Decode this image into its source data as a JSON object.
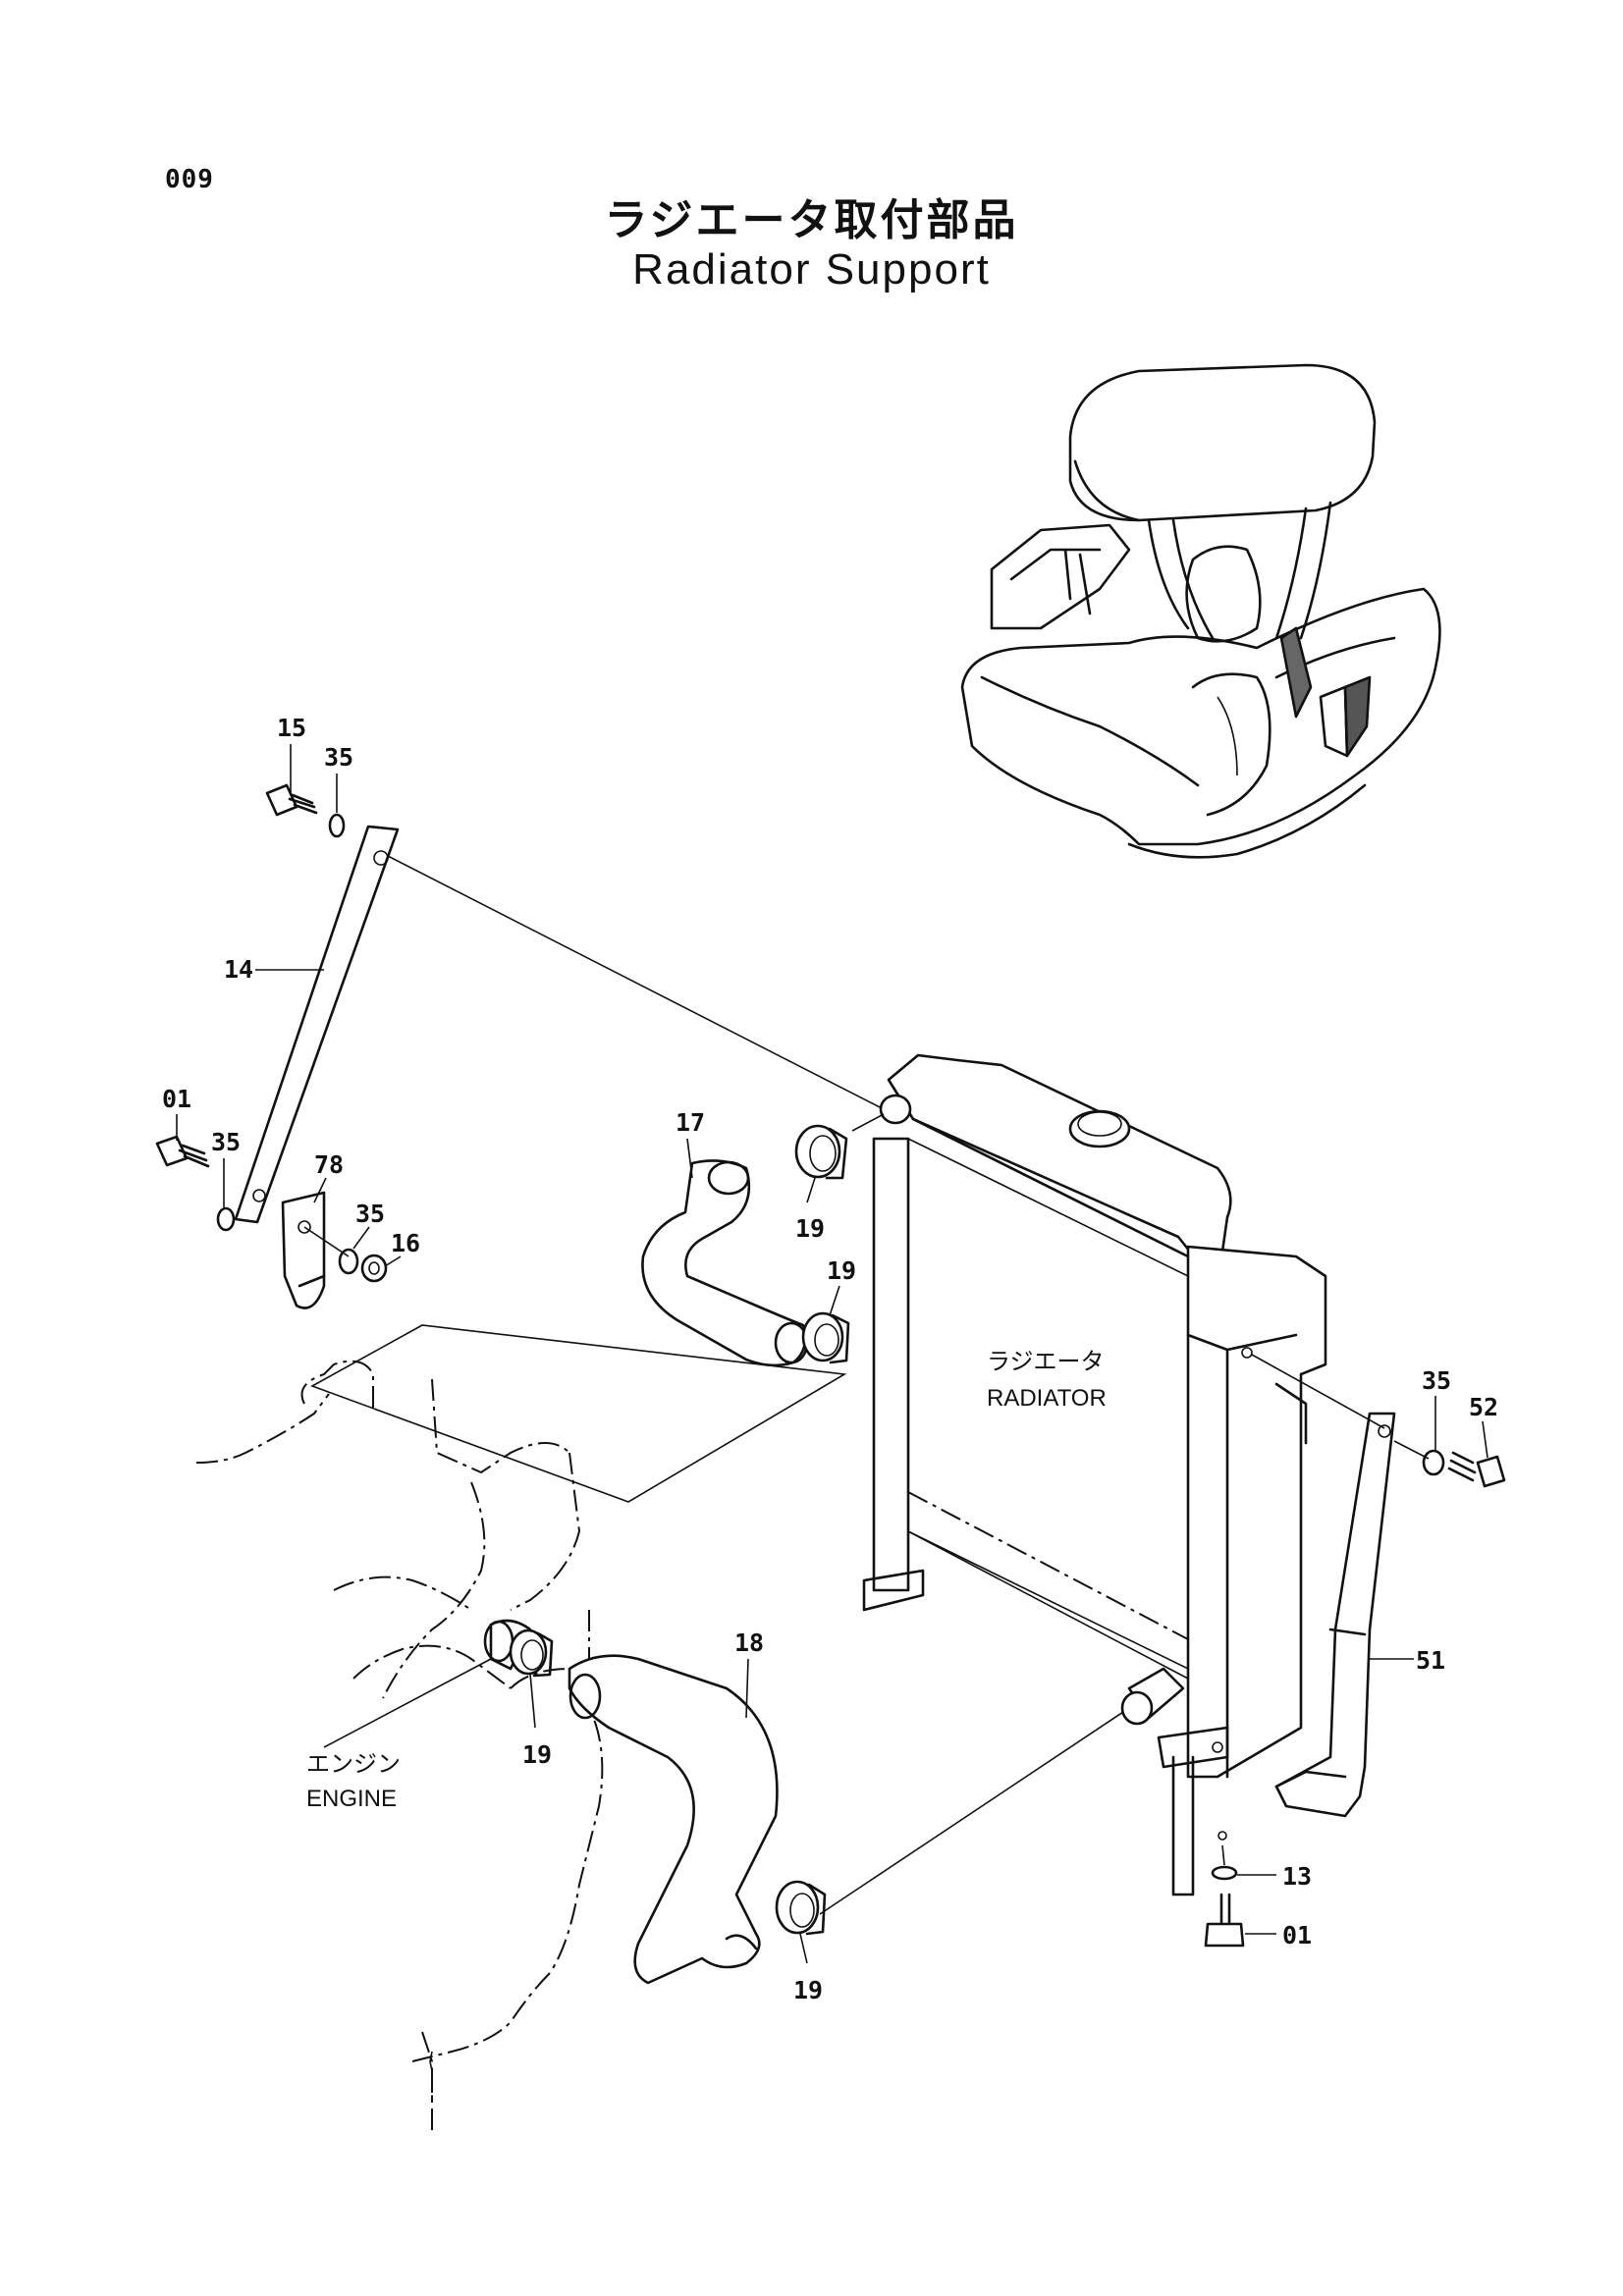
{
  "page": {
    "number": "009"
  },
  "title": {
    "jp": "ラジエータ取付部品",
    "en": "Radiator Support"
  },
  "labels": {
    "radiator_jp": "ラジエータ",
    "radiator_en": "RADIATOR",
    "engine_jp": "エンジン",
    "engine_en": "ENGINE"
  },
  "callouts": {
    "c15": "15",
    "c35a": "35",
    "c14": "14",
    "c01a": "01",
    "c35b": "35",
    "c78": "78",
    "c35c": "35",
    "c16": "16",
    "c17": "17",
    "c19a": "19",
    "c19b": "19",
    "c35d": "35",
    "c52": "52",
    "c18": "18",
    "c51": "51",
    "c19c": "19",
    "c13": "13",
    "c01b": "01",
    "c19d": "19"
  }
}
